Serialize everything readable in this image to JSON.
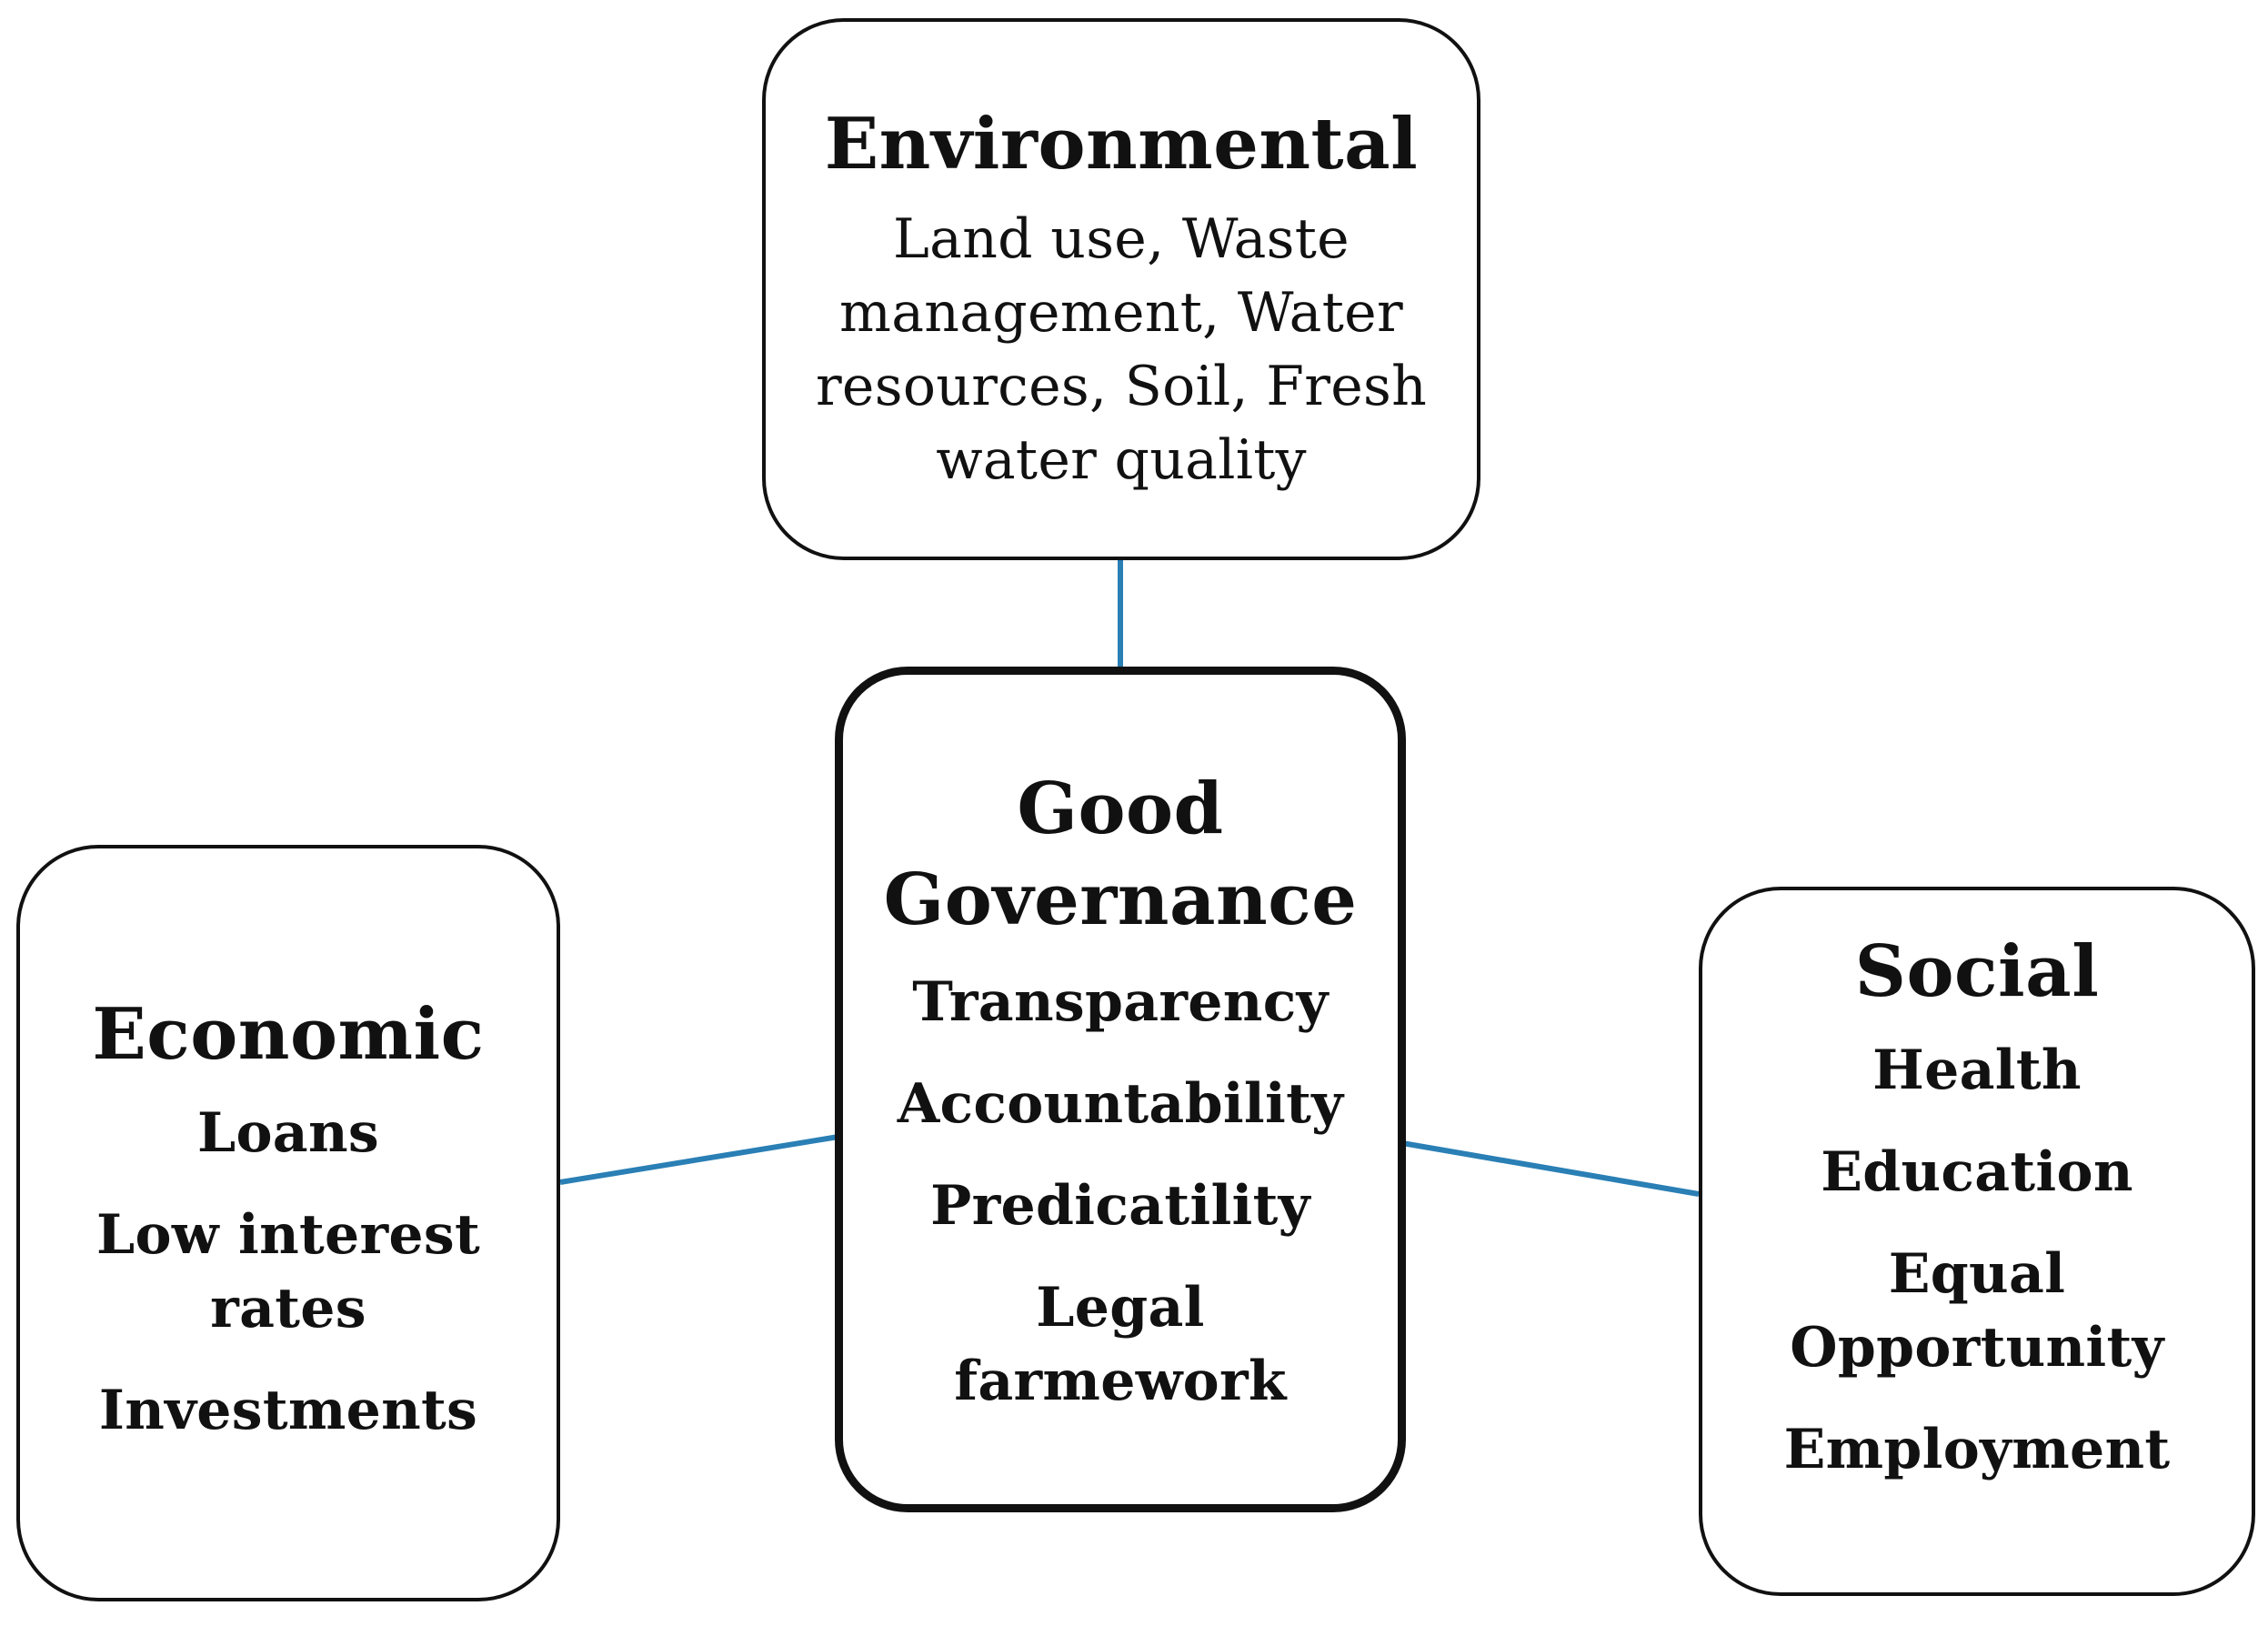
{
  "colors": {
    "connector": "#2a7fb5",
    "border": "#111111",
    "text": "#111111",
    "background": "#ffffff"
  },
  "nodes": {
    "environmental": {
      "title": "Environmental",
      "lines": [
        "Land use, Waste",
        "management, Water",
        "resources, Soil, Fresh",
        "water quality"
      ]
    },
    "good_governance": {
      "title_lines": [
        "Good",
        "Governance"
      ],
      "items": [
        [
          "Transparency"
        ],
        [
          "Accountability"
        ],
        [
          "Predicatility"
        ],
        [
          "Legal",
          "farmework"
        ]
      ]
    },
    "economic": {
      "title": "Economic",
      "items": [
        [
          "Loans"
        ],
        [
          "Low interest",
          "rates"
        ],
        [
          "Investments"
        ]
      ]
    },
    "social": {
      "title": "Social",
      "items": [
        [
          "Health"
        ],
        [
          "Education"
        ],
        [
          "Equal",
          "Opportunity"
        ],
        [
          "Employment"
        ]
      ]
    }
  },
  "edges": [
    {
      "from": "good_governance",
      "to": "environmental"
    },
    {
      "from": "good_governance",
      "to": "economic"
    },
    {
      "from": "good_governance",
      "to": "social"
    }
  ]
}
